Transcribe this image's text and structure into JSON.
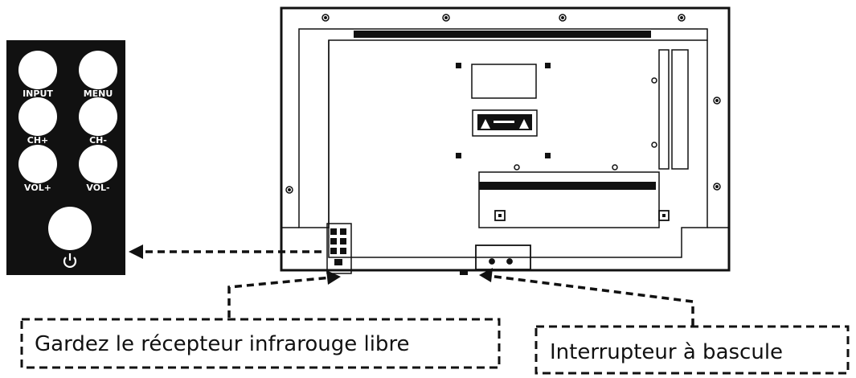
{
  "panel": {
    "buttons": [
      {
        "label": "INPUT"
      },
      {
        "label": "MENU"
      },
      {
        "label": "CH+"
      },
      {
        "label": "CH-"
      },
      {
        "label": "VOL+"
      },
      {
        "label": "VOL-"
      }
    ],
    "power_icon": "power-icon"
  },
  "callouts": {
    "ir_receiver": "Gardez le récepteur infrarouge libre",
    "rocker_switch": "Interrupteur à bascule"
  },
  "colors": {
    "panel_bg": "#111111",
    "line": "#111111",
    "button_fill": "#ffffff"
  }
}
